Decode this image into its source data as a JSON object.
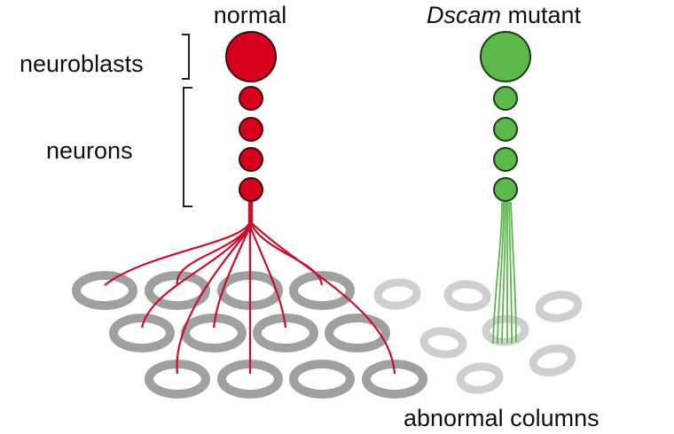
{
  "labels": {
    "normal_title": "normal",
    "mutant_gene": "Dscam",
    "mutant_suffix": " mutant",
    "neuroblasts": "neuroblasts",
    "neurons": "neurons",
    "abnormal_columns": "abnormal columns"
  },
  "colors": {
    "normal_cell": "#d6001c",
    "mutant_cell": "#5cb84a",
    "normal_axon": "#c8102e",
    "mutant_axon": "#5cb84a",
    "column_normal": "#a0a0a0",
    "column_abnormal": "#cfcfcf",
    "bracket": "#222222"
  },
  "icons": {
    "neuroblast": "circle",
    "neuron": "circle",
    "column": "ring"
  }
}
